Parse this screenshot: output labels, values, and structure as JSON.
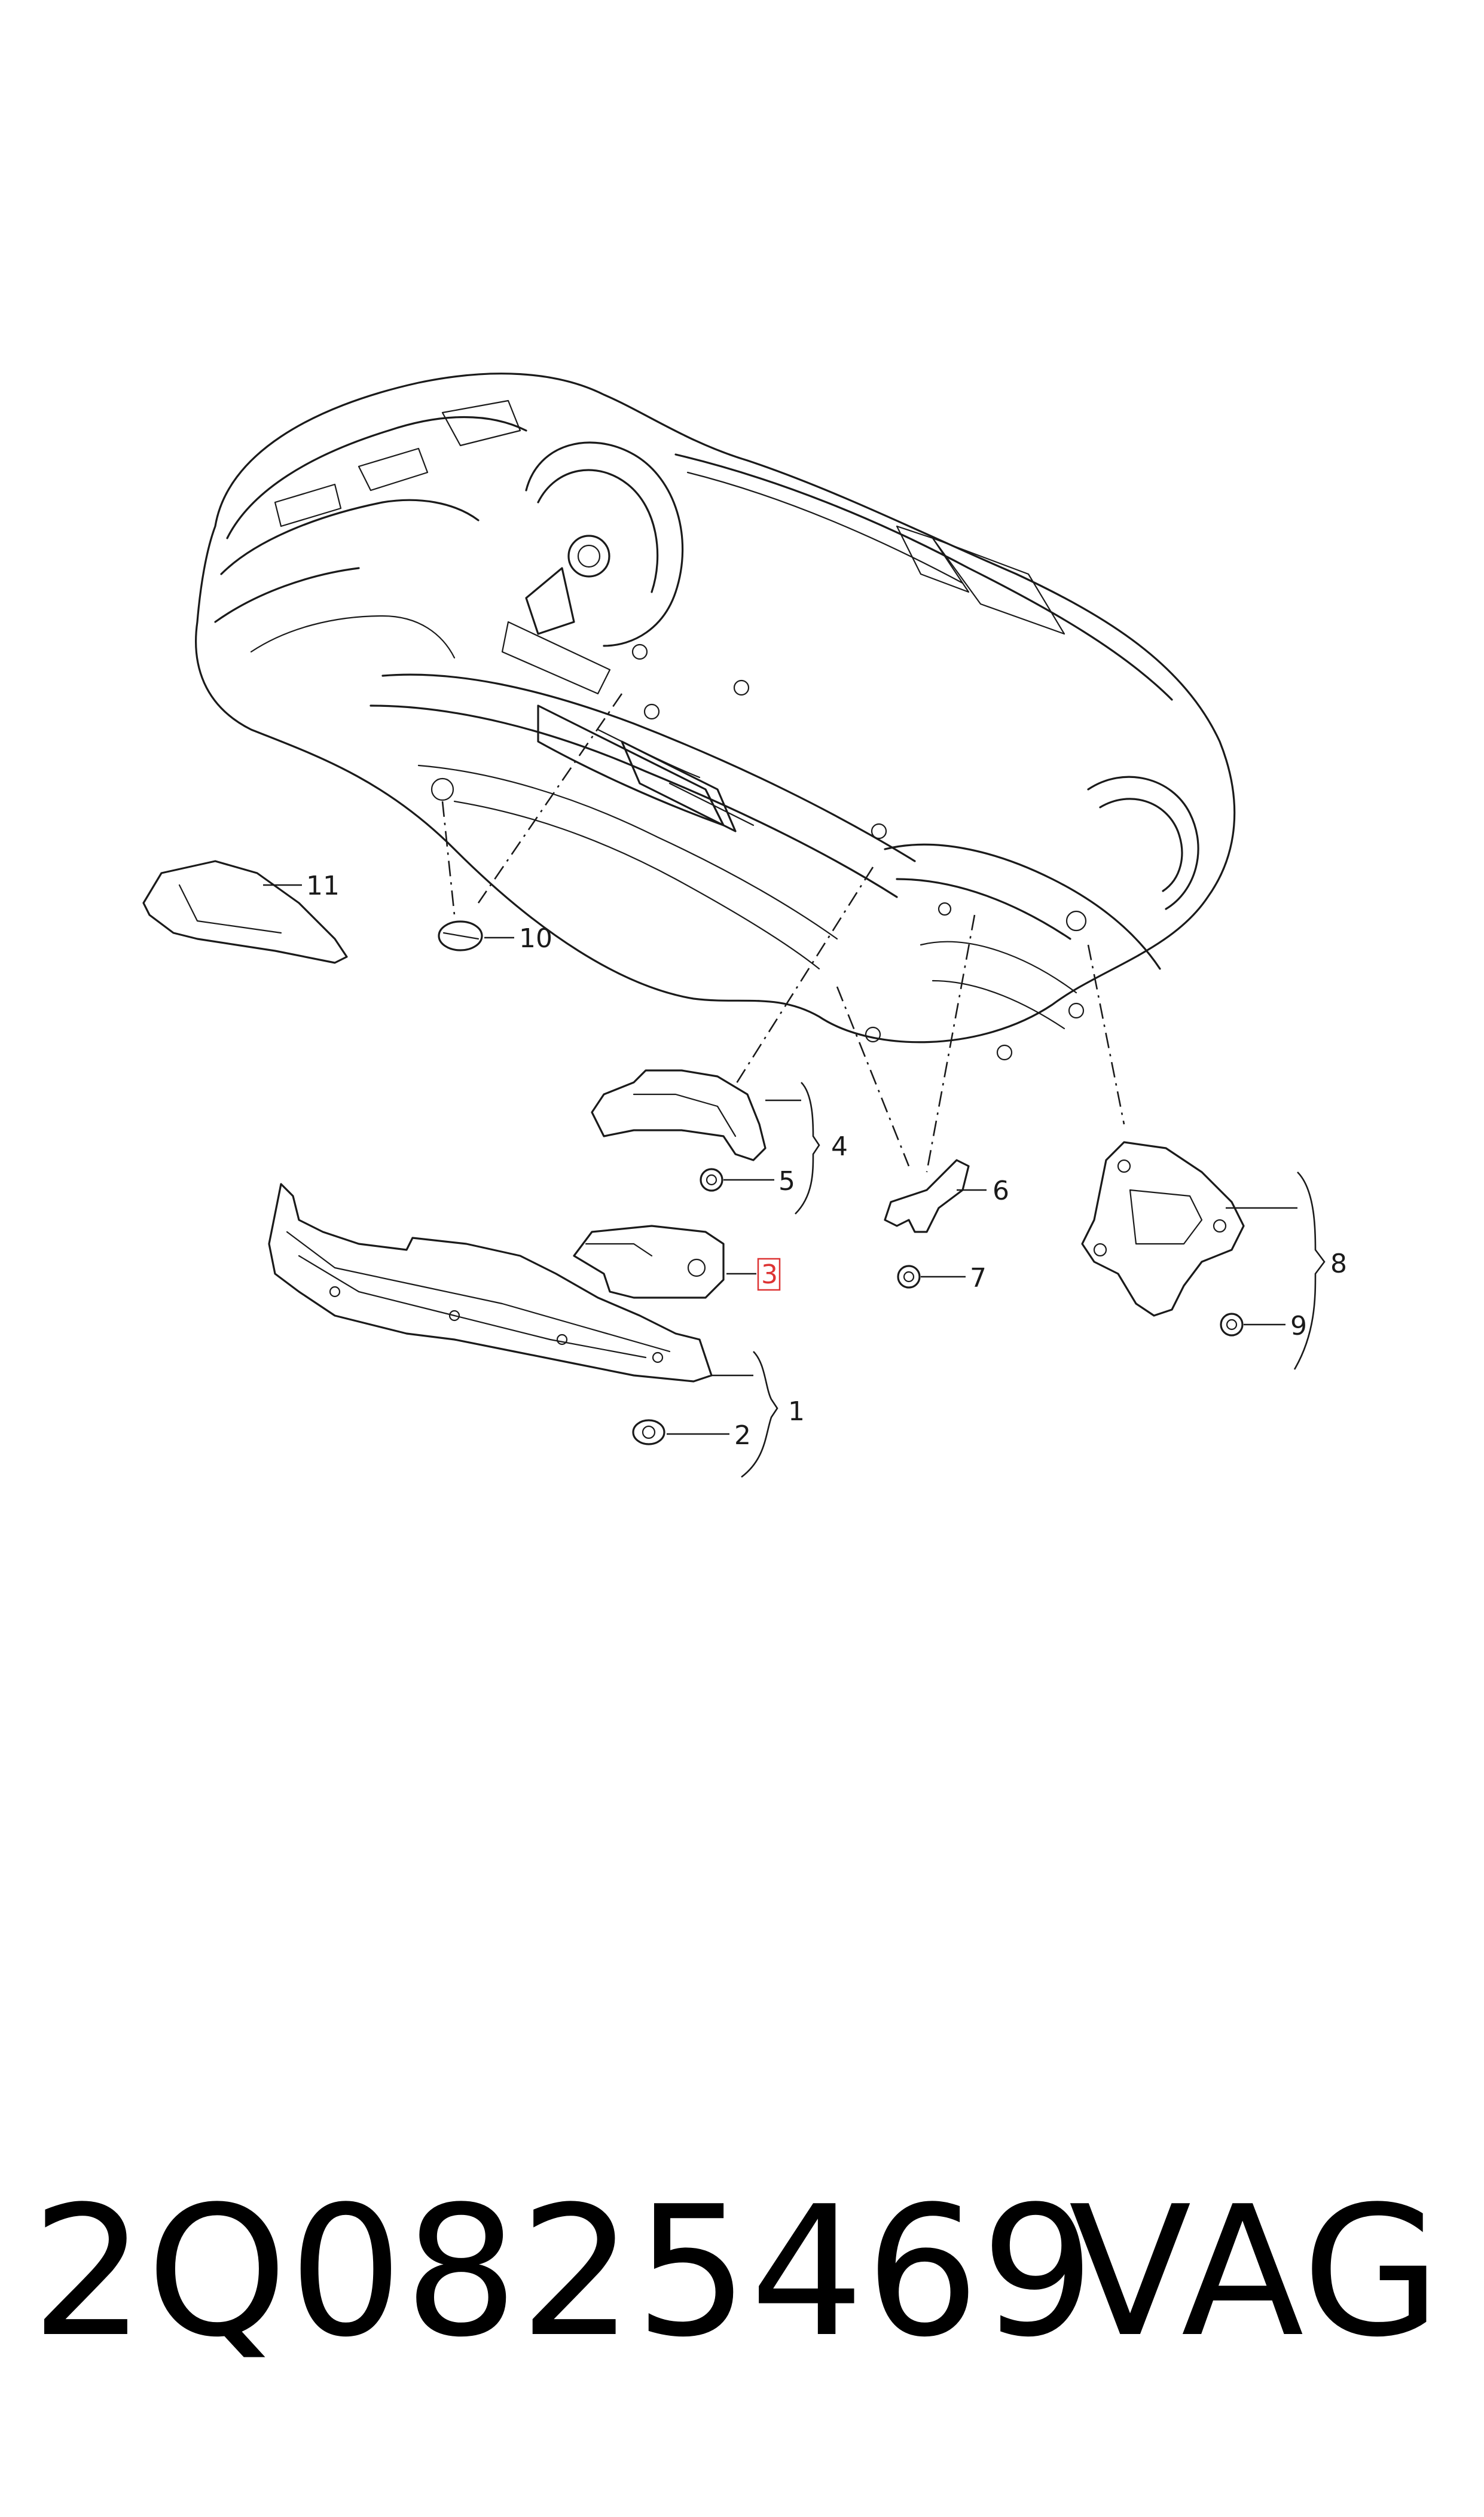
{
  "callouts": {
    "c1": "1",
    "c2": "2",
    "c3": "3",
    "c4": "4",
    "c5": "5",
    "c6": "6",
    "c7": "7",
    "c8": "8",
    "c9": "9",
    "c10": "10",
    "c11": "11"
  },
  "highlighted_callout": "3",
  "colors": {
    "line": "#1a1a1a",
    "highlight": "#dd3333",
    "background": "#ffffff"
  },
  "footer": {
    "part_number": "2Q0825469",
    "brand": "VAG"
  }
}
